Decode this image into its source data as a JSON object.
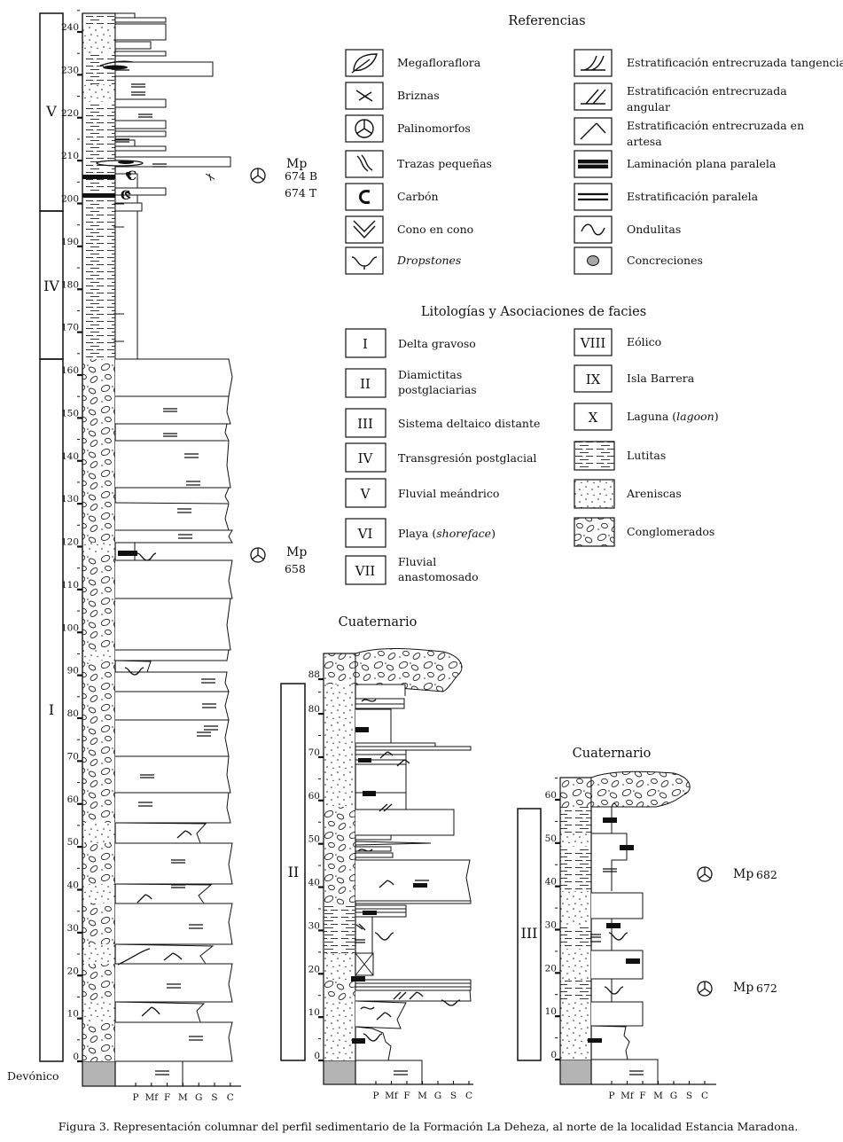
{
  "headings": {
    "references": "Referencias",
    "lithologies": "Litologías y Asociaciones de facies",
    "cuaternario_a": "Cuaternario",
    "cuaternario_b": "Cuaternario"
  },
  "references_left": [
    {
      "icon": "leaf-icon",
      "label": "Megafloraflora"
    },
    {
      "icon": "fragment-icon",
      "label": "Briznas"
    },
    {
      "icon": "palynomorph-icon",
      "label": "Palinomorfos"
    },
    {
      "icon": "trace-icon",
      "label": "Trazas pequeñas"
    },
    {
      "icon": "coal-icon",
      "label": "Carbón"
    },
    {
      "icon": "cone-icon",
      "label": "Cono en cono"
    },
    {
      "icon": "dropstone-icon",
      "label": "Dropstones"
    }
  ],
  "references_right": [
    {
      "icon": "tangential-crossbed-icon",
      "label": [
        "Estratificación entrecruzada tangencial"
      ]
    },
    {
      "icon": "angular-crossbed-icon",
      "label": [
        "Estratificación entrecruzada",
        "angular"
      ]
    },
    {
      "icon": "trough-crossbed-icon",
      "label": [
        "Estratificación entrecruzada en",
        "artesa"
      ]
    },
    {
      "icon": "plane-lamination-icon",
      "label": [
        "Laminación plana paralela"
      ]
    },
    {
      "icon": "parallel-bedding-icon",
      "label": [
        "Estratificación  paralela"
      ]
    },
    {
      "icon": "ripple-icon",
      "label": [
        "Ondulitas"
      ]
    },
    {
      "icon": "concretion-icon",
      "label": [
        "Concreciones"
      ]
    }
  ],
  "facies_left": [
    {
      "code": "I",
      "label": [
        "Delta gravoso"
      ]
    },
    {
      "code": "II",
      "label": [
        "Diamictitas",
        "postglaciarias"
      ]
    },
    {
      "code": "III",
      "label": [
        "Sistema deltaico distante"
      ]
    },
    {
      "code": "IV",
      "label": [
        "Transgresión postglacial"
      ]
    },
    {
      "code": "V",
      "label": [
        "Fluvial meándrico"
      ]
    },
    {
      "code": "VI",
      "label": [
        "Playa (shoreface)"
      ]
    },
    {
      "code": "VII",
      "label": [
        "Fluvial",
        "anastomosado"
      ]
    }
  ],
  "facies_right": [
    {
      "code": "VIII",
      "label": "Eólico"
    },
    {
      "code": "IX",
      "label": "Isla Barrera"
    },
    {
      "code": "X",
      "label": "Laguna (lagoon)"
    }
  ],
  "lithology_legend": [
    {
      "pattern": "mud",
      "label": "Lutitas"
    },
    {
      "pattern": "sand",
      "label": "Areniscas"
    },
    {
      "pattern": "cong",
      "label": "Conglomerados"
    }
  ],
  "grain_axis": [
    "P",
    "Mf",
    "F",
    "M",
    "G",
    "S",
    "C"
  ],
  "column1": {
    "ticks": [
      "0",
      "10",
      "20",
      "30",
      "40",
      "50",
      "60",
      "70",
      "80",
      "90",
      "100",
      "110",
      "120",
      "130",
      "140",
      "150",
      "160",
      "170",
      "180",
      "190",
      "200",
      "210",
      "220",
      "230",
      "240"
    ],
    "base_label": "Devónico",
    "units": [
      {
        "label": "V"
      },
      {
        "label": "IV"
      },
      {
        "label": "I"
      }
    ],
    "samples": [
      {
        "code": "Mp",
        "numbers": [
          "674 B",
          "674 T"
        ]
      },
      {
        "code": "Mp",
        "numbers": [
          "658"
        ]
      }
    ]
  },
  "column2": {
    "ticks": [
      "0",
      "10",
      "20",
      "30",
      "40",
      "50",
      "60",
      "70",
      "80",
      "88"
    ],
    "unit": "II"
  },
  "column3": {
    "ticks": [
      "0",
      "10",
      "20",
      "30",
      "40",
      "50",
      "60"
    ],
    "unit": "III",
    "samples": [
      {
        "code": "Mp",
        "number": "682"
      },
      {
        "code": "Mp",
        "number": "672"
      }
    ]
  },
  "caption": "Figura 3. Representación columnar del perfil sedimentario de la Formación La Deheza, al norte de la localidad Estancia Maradona."
}
